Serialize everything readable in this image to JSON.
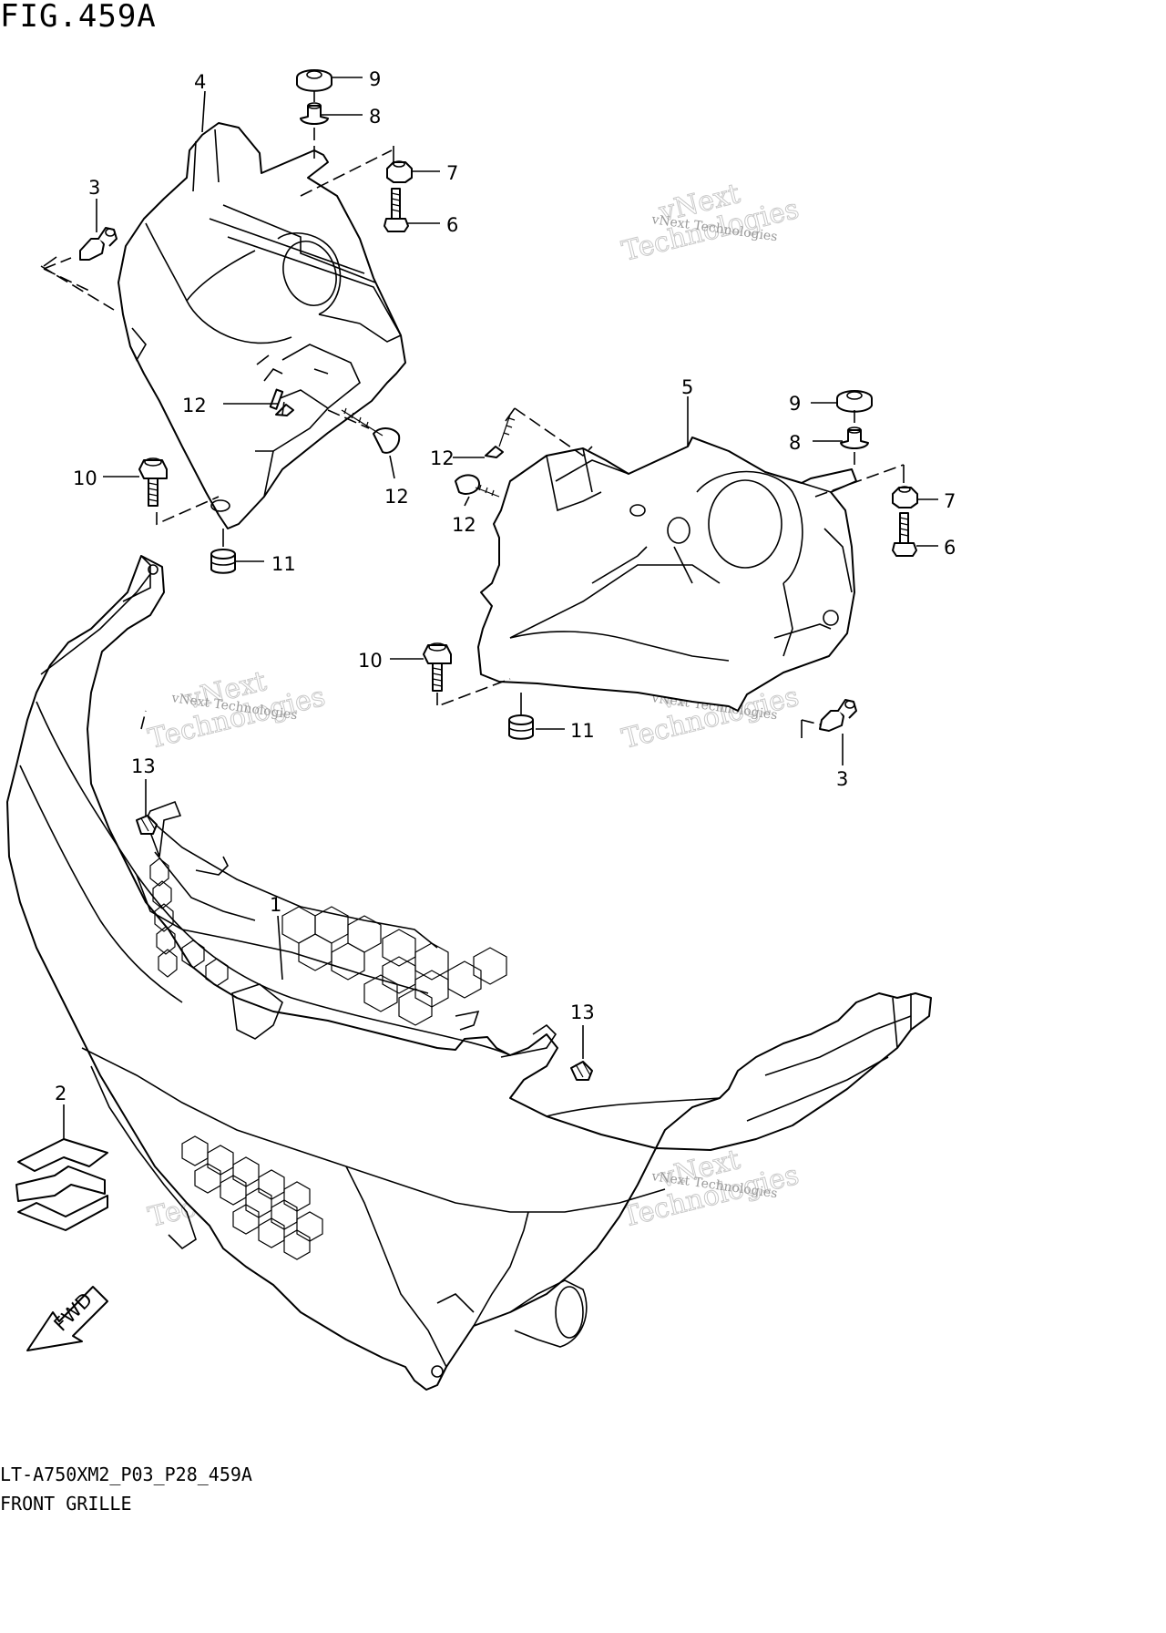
{
  "figure": {
    "title": "FIG.459A",
    "code": "LT-A750XM2_P03_P28_459A",
    "name": "FRONT GRILLE"
  },
  "callouts": {
    "c1": "1",
    "c2": "2",
    "c3a": "3",
    "c3b": "3",
    "c4": "4",
    "c5": "5",
    "c6a": "6",
    "c6b": "6",
    "c7a": "7",
    "c7b": "7",
    "c8a": "8",
    "c8b": "8",
    "c9a": "9",
    "c9b": "9",
    "c10a": "10",
    "c10b": "10",
    "c11a": "11",
    "c11b": "11",
    "c12a": "12",
    "c12b": "12",
    "c12c": "12",
    "c12d": "12",
    "c13a": "13",
    "c13b": "13"
  },
  "fwd_arrow": {
    "label": "FWD",
    "icon": "fwd-arrow-icon"
  },
  "watermark": {
    "brand_line1": "vNext",
    "brand_line2": "Technologies",
    "small": "vNext Technologies"
  },
  "colors": {
    "line": "#000000",
    "background": "#ffffff",
    "watermark": "#c9c9c9"
  }
}
